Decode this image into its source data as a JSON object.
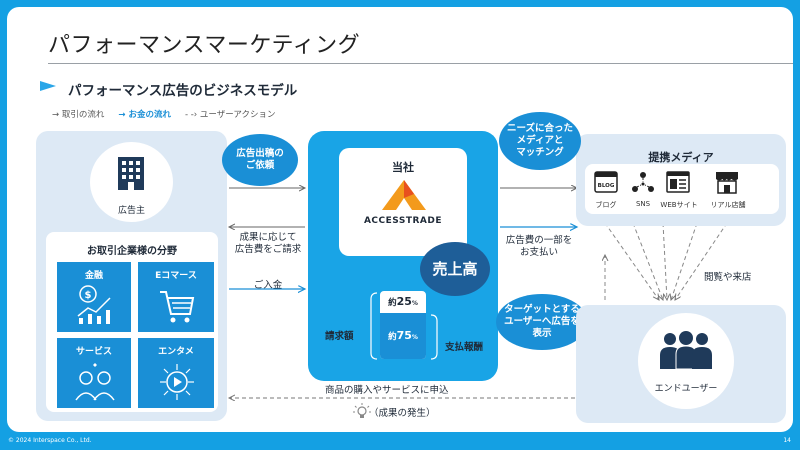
{
  "title": "パフォーマンスマーケティング",
  "subtitle": "パフォーマンス広告のビジネスモデル",
  "legend": [
    {
      "label": "取引の流れ",
      "color": "#555555"
    },
    {
      "label": "お金の流れ",
      "color": "#1a8fd6"
    },
    {
      "label": "ユーザーアクション",
      "color": "#555555"
    }
  ],
  "advertiser": {
    "label": "広告主",
    "fields_title": "お取引企業様の分野",
    "categories": [
      "金融",
      "Eコマース",
      "サービス",
      "エンタメ"
    ]
  },
  "bubbles": {
    "order": "広告出稿の\nご依頼",
    "matching": "ニーズに合った\nメディアと\nマッチング",
    "display": "ターゲットとする\nユーザーへ広告を\n表示",
    "revenue": "売上高"
  },
  "flows": {
    "billing": "成果に応じて\n広告費をご請求",
    "deposit": "ご入金",
    "payout": "広告費の一部を\nお支払い",
    "view_visit": "閲覧や来店",
    "purchase": "商品の購入やサービスに申込",
    "result": "（成果の発生）"
  },
  "company": {
    "label": "当社",
    "logo_text": "ACCESSTRADE",
    "invoice": "請求額",
    "payout_label": "支払報酬",
    "share_top": {
      "prefix": "約",
      "value": "25",
      "unit": "%"
    },
    "share_bottom": {
      "prefix": "約",
      "value": "75",
      "unit": "%"
    }
  },
  "media": {
    "title": "提携メディア",
    "items": [
      "ブログ",
      "SNS",
      "WEBサイト",
      "リアル店舗"
    ],
    "blog_icon_text": "BLOG"
  },
  "end_user": {
    "label": "エンドユーザー"
  },
  "footer": {
    "copyright": "© 2024 Interspace Co., Ltd.",
    "page": "14"
  }
}
